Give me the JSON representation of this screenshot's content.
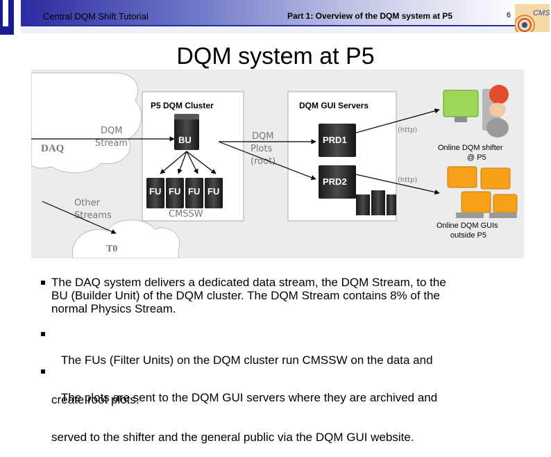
{
  "header": {
    "left_title": "Central DQM Shift Tutorial",
    "right_title": "Part 1: Overview of the DQM system at P5",
    "slide_number": "6",
    "logo_text": "CMS"
  },
  "slide_title": "DQM system at P5",
  "diagram": {
    "clouds": {
      "daq": "DAQ",
      "t0": "T0"
    },
    "flow_labels": {
      "dqm_stream_line1": "DQM",
      "dqm_stream_line2": "Stream",
      "other_streams_line1": "Other",
      "other_streams_line2": "Streams",
      "dqm_plots_line1": "DQM",
      "dqm_plots_line2": "Plots",
      "dqm_plots_line3": "(root)",
      "http1": "(http)",
      "http2": "(http)"
    },
    "cluster": {
      "title": "P5 DQM Cluster",
      "bu": "BU",
      "fus": [
        "FU",
        "FU",
        "FU",
        "FU"
      ],
      "software": "CMSSW"
    },
    "gui_servers": {
      "title": "DQM GUI Servers",
      "prd1": "PRD1",
      "prd2": "PRD2"
    },
    "users": {
      "shifter_line1": "Online DQM shifter",
      "shifter_line2": "@ P5",
      "outside_line1": "Online DQM GUIs",
      "outside_line2": "outside P5"
    }
  },
  "bullets": [
    {
      "line1": "The DAQ system delivers a dedicated data stream, the DQM Stream, to the",
      "line2": "BU (Builder Unit) of the DQM cluster. The DQM Stream contains 8% of the",
      "line3": "normal Physics Stream."
    },
    {
      "line1": "   The FUs (Filter Units) on the DQM cluster run CMSSW on the data and",
      "line2": "create root plots."
    },
    {
      "line1": "   The plots are sent to the DQM GUI servers where they are archived and",
      "line2": "served to the shifter and the general public via the DQM GUI website."
    }
  ]
}
